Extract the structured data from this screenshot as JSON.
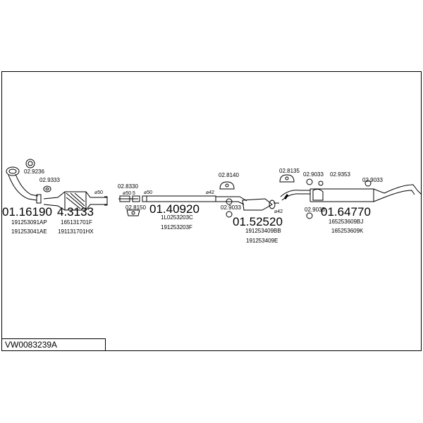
{
  "diagram_code": "VW0083239A",
  "groups": [
    {
      "id": "g1",
      "number": "01.16190",
      "parts": [
        "191253091AP",
        "191253041AE"
      ]
    },
    {
      "id": "g2",
      "number": "4.3133",
      "parts": [
        "165131701F",
        "191131701HX"
      ]
    },
    {
      "id": "g3",
      "number": "01.40920",
      "parts": [
        "1L0253203C",
        "191253203F"
      ]
    },
    {
      "id": "g4",
      "number": "01.52520",
      "parts": [
        "191253409BB",
        "191253409E"
      ]
    },
    {
      "id": "g5",
      "number": "01.64770",
      "parts": [
        "165253609BJ",
        "165253609K"
      ]
    }
  ],
  "accessories": {
    "a1": "02.9236",
    "a2": "02.9333",
    "a3": "02.8330",
    "a4": "02.8150",
    "a5": "02.8140",
    "a6": "02.9033",
    "a7": "02.8135",
    "a8": "02.9033",
    "a9": "02.9353",
    "a10": "02.9033",
    "a11": "02.9033"
  },
  "dimensions": {
    "d1": "⌀50",
    "d2": "⌀50.5",
    "d3": "⌀50",
    "d4": "⌀42",
    "d5": "⌀42"
  }
}
